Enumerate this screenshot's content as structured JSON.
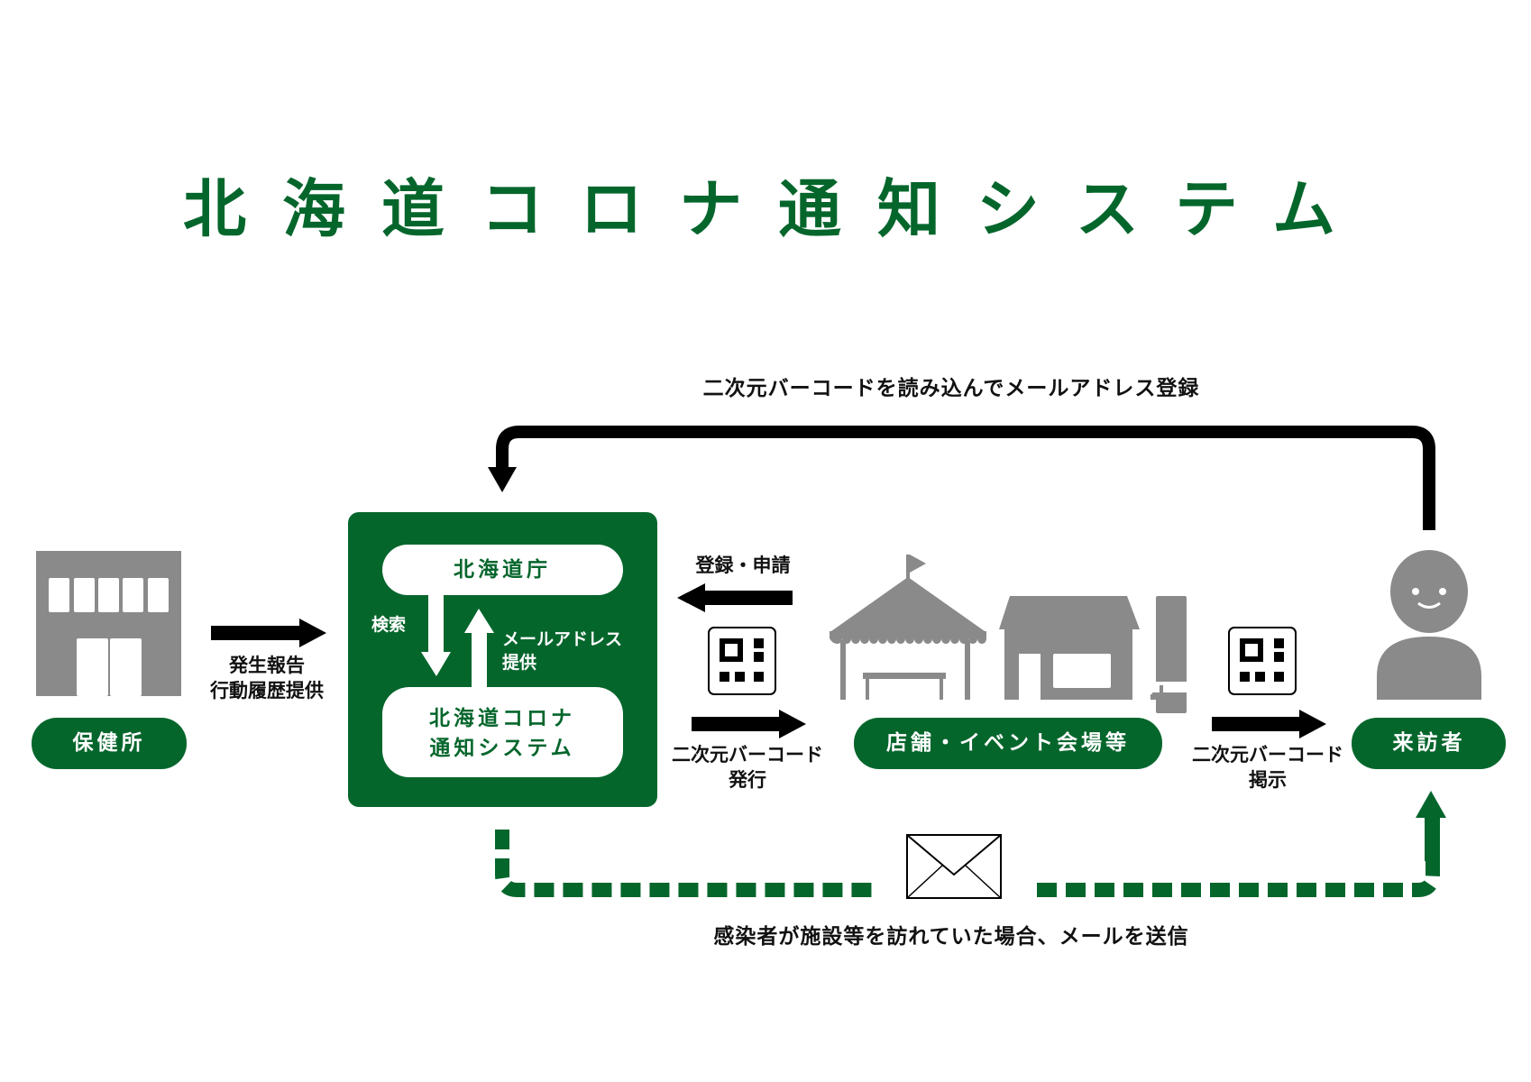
{
  "title": "北海道コロナ通知システム",
  "loop_label": "二次元バーコードを読み込んでメールアドレス登録",
  "health_center": {
    "label": "保健所",
    "arrow_label_1": "発生報告",
    "arrow_label_2": "行動履歴提供"
  },
  "system_box": {
    "top_pill": "北海道庁",
    "bottom_pill_1": "北海道コロナ",
    "bottom_pill_2": "通知システム",
    "search_label": "検索",
    "email_label_1": "メールアドレス",
    "email_label_2": "提供"
  },
  "register_label": "登録・申請",
  "issue_label_1": "二次元バーコード",
  "issue_label_2": "発行",
  "venue": {
    "label": "店舗・イベント会場等"
  },
  "display_label_1": "二次元バーコード",
  "display_label_2": "掲示",
  "visitor": {
    "label": "来訪者"
  },
  "mail_label": "感染者が施設等を訪れていた場合、メールを送信",
  "colors": {
    "green": "#05662c",
    "gray": "#8a8a8a",
    "black": "#000000"
  }
}
